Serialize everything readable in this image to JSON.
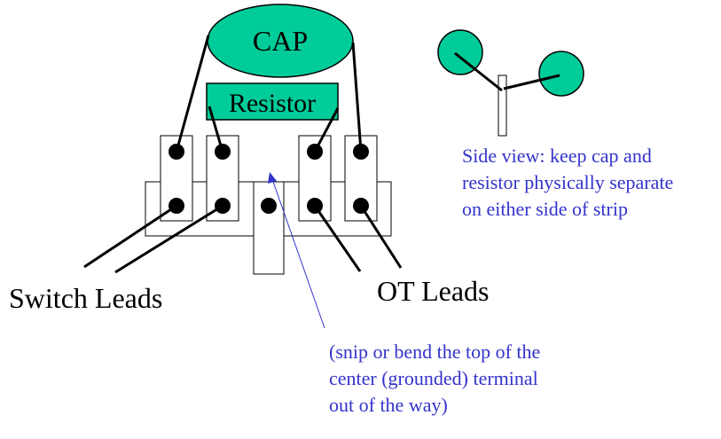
{
  "labels": {
    "cap": "CAP",
    "resistor": "Resistor",
    "switch_leads": "Switch Leads",
    "ot_leads": "OT Leads"
  },
  "notes": {
    "side_view": {
      "lines": [
        "Side view: keep cap and",
        "resistor physically separate",
        "on either side of strip"
      ]
    },
    "center_terminal": {
      "lines": [
        "(snip or bend the top of the",
        "center (grounded) terminal",
        "out of the way)"
      ]
    }
  },
  "colors": {
    "component_fill": "#00cc99",
    "note_text": "#3333cc",
    "line": "#000000",
    "pointer_arrow": "#3333cc"
  }
}
